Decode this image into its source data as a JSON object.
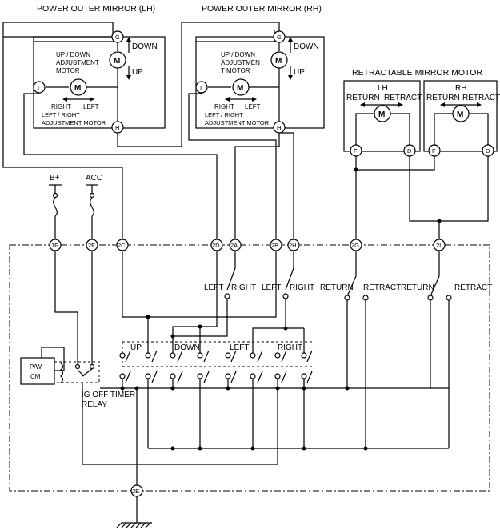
{
  "titles": {
    "lh_mirror": "POWER OUTER MIRROR (LH)",
    "rh_mirror": "POWER OUTER MIRROR (RH)",
    "retract_motor": "RETRACTABLE MIRROR MOTOR"
  },
  "mirror_labels": {
    "down": "DOWN",
    "up": "UP",
    "right": "RIGHT",
    "left": "LEFT",
    "lr_motor_1": "LEFT / RIGHT",
    "lr_motor_2": "ADJUSTMENT MOTOR",
    "lh_ud_1": "UP / DOWN",
    "lh_ud_2": "ADJUSTMENT",
    "lh_ud_3": "MOTOR",
    "rh_ud_1": "UP / DOWN",
    "rh_ud_2": "ADJUSTMEN",
    "rh_ud_3": "T MOTOR",
    "motor": "M"
  },
  "retract_labels": {
    "lh": "LH",
    "rh": "RH",
    "return": "RETURN",
    "retract": "RETRACT"
  },
  "connectors": {
    "G": "G",
    "H": "H",
    "I": "I",
    "F": "F",
    "D": "D",
    "1F": "1F",
    "2F": "2F",
    "2C": "2C",
    "2D": "2D",
    "2A": "2A",
    "2B": "2B",
    "2H": "2H",
    "2G": "2G",
    "2I": "2I",
    "2E": "2E"
  },
  "power": {
    "bplus": "B+",
    "acc": "ACC"
  },
  "selector_labels": {
    "left": "LEFT",
    "right": "RIGHT",
    "return": "RETURN",
    "retract": "RETRACT"
  },
  "switch_labels": {
    "up": "UP",
    "down": "DOWN",
    "left": "LEFT",
    "right": "RIGHT"
  },
  "pwcm": {
    "line1": "P/W",
    "line2": "CM"
  },
  "relay": {
    "line1": "IG OFF TIMER",
    "line2": "RELAY"
  }
}
